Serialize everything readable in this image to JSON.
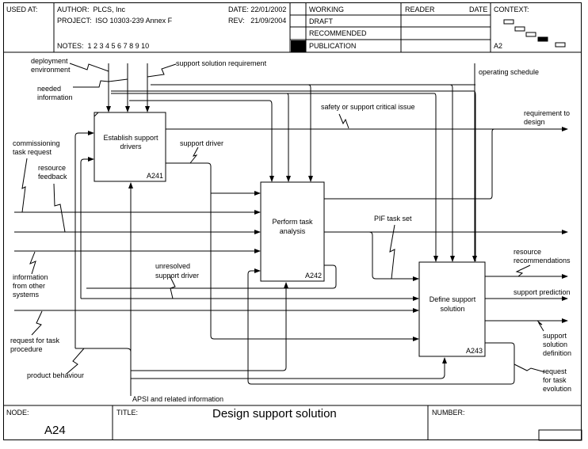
{
  "header": {
    "used_at_label": "USED AT:",
    "author_label": "AUTHOR:",
    "author_value": "PLCS, Inc",
    "project_label": "PROJECT:",
    "project_value": "ISO 10303-239 Annex F",
    "date_label": "DATE:",
    "date_value": "22/01/2002",
    "rev_label": "REV:",
    "rev_value": "21/09/2004",
    "notes_label": "NOTES:",
    "notes_numbers": "1  2  3  4  5  6  7  8  9  10",
    "status_rows": [
      {
        "label": "WORKING",
        "selected": false
      },
      {
        "label": "DRAFT",
        "selected": false
      },
      {
        "label": "RECOMMENDED",
        "selected": false
      },
      {
        "label": "PUBLICATION",
        "selected": true
      }
    ],
    "reader_label": "READER",
    "reader_date_label": "DATE",
    "context_label": "CONTEXT:",
    "context_node": "A2",
    "context_boxes": 5,
    "context_selected_index": 3
  },
  "activities": [
    {
      "id": "A241",
      "name_line1": "Establish support",
      "name_line2": "drivers"
    },
    {
      "id": "A242",
      "name_line1": "Perform task",
      "name_line2": "analysis"
    },
    {
      "id": "A243",
      "name_line1": "Define support",
      "name_line2": "solution"
    }
  ],
  "arrow_labels": {
    "deployment_environment": [
      "deployment",
      "environment"
    ],
    "needed_information": [
      "needed",
      "information"
    ],
    "support_solution_requirement": [
      "support solution requirement"
    ],
    "operating_schedule": [
      "operating schedule"
    ],
    "safety_issue": [
      "safety or support critical issue"
    ],
    "requirement_to_design": [
      "requirement to",
      "design"
    ],
    "commissioning_task_request": [
      "commissioning",
      "task request"
    ],
    "resource_feedback": [
      "resource",
      "feedback"
    ],
    "support_driver": [
      "support driver"
    ],
    "information_other_systems": [
      "information",
      "from other",
      "systems"
    ],
    "unresolved_support_driver": [
      "unresolved",
      "support driver"
    ],
    "pif_task_set": [
      "PIF task set"
    ],
    "resource_recommendations": [
      "resource",
      "recommendations"
    ],
    "support_prediction": [
      "support prediction"
    ],
    "support_solution_definition": [
      "support",
      "solution",
      "definition"
    ],
    "request_task_procedure": [
      "request for task",
      "procedure"
    ],
    "product_behaviour": [
      "product behaviour"
    ],
    "request_task_evolution": [
      "request",
      "for task",
      "evolution"
    ],
    "apsi": [
      "APSI and related information"
    ]
  },
  "footer": {
    "node_label": "NODE:",
    "node_value": "A24",
    "title_label": "TITLE:",
    "title_value": "Design support solution",
    "number_label": "NUMBER:"
  }
}
